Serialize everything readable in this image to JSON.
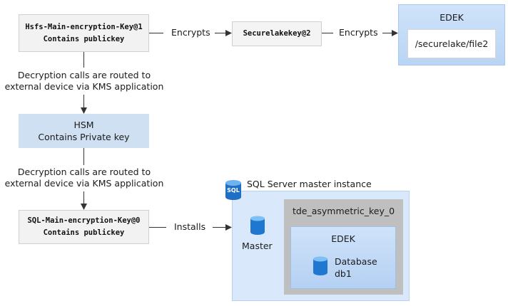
{
  "nodes": {
    "hsfs_key": {
      "line1": "Hsfs-Main-encryption-Key@1",
      "line2": "Contains publickey"
    },
    "securelake_key": {
      "label": "Securelakekey@2"
    },
    "edek_top": {
      "title": "EDEK",
      "file": "/securelake/file2"
    },
    "hsm": {
      "line1": "HSM",
      "line2": "Contains Private key"
    },
    "sql_key": {
      "line1": "SQL-Main-encryption-Key@0",
      "line2": "Contains publickey"
    },
    "sql_instance": {
      "title": "SQL Server master instance",
      "badge": "SQL"
    },
    "master": {
      "label": "Master"
    },
    "tde_key": {
      "title": "tde_asymmetric_key_0"
    },
    "edek_inner": {
      "title": "EDEK",
      "db_line1": "Database",
      "db_line2": "db1"
    }
  },
  "edges": {
    "encrypts_1": "Encrypts",
    "encrypts_2": "Encrypts",
    "routed_1_line1": "Decryption calls are routed to",
    "routed_1_line2": "external device via KMS application",
    "routed_2_line1": "Decryption calls are routed to",
    "routed_2_line2": "external device via KMS application",
    "installs": "Installs"
  },
  "colors": {
    "blue_box": "#cfe0f2",
    "gray_box": "#f2f2f2",
    "tde_gray": "#bfbfbf",
    "db_icon": "#1f77d0"
  }
}
